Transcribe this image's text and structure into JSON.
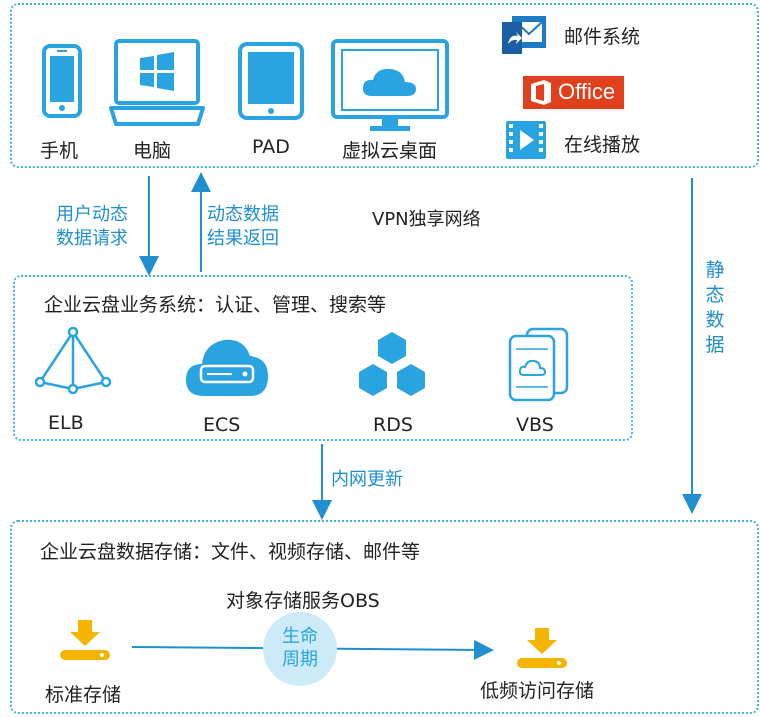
{
  "devices": {
    "phone": "手机",
    "pc": "电脑",
    "pad": "PAD",
    "vdesk": "虚拟云桌面"
  },
  "apps": {
    "mail": "邮件系统",
    "office": "Office",
    "play": "在线播放"
  },
  "flows": {
    "request": [
      "用户动态",
      "数据请求"
    ],
    "result": [
      "动态数据",
      "结果返回"
    ],
    "vpn": "VPN独享网络",
    "static": [
      "静",
      "态",
      "数",
      "据"
    ],
    "internal": "内网更新"
  },
  "service": {
    "title": "企业云盘业务系统：认证、管理、搜索等",
    "items": [
      "ELB",
      "ECS",
      "RDS",
      "VBS"
    ]
  },
  "storage": {
    "title": "企业云盘数据存储：文件、视频存储、邮件等",
    "obs": "对象存储服务OBS",
    "lifecycle": [
      "生命",
      "周期"
    ],
    "standard": "标准存储",
    "infrequent": "低频访问存储"
  },
  "colors": {
    "accent": "#1f8fd0",
    "icon": "#2aa4e0",
    "border": "#3fb3dc",
    "office": "#e0401c",
    "storage_icon": "#f5b400"
  }
}
